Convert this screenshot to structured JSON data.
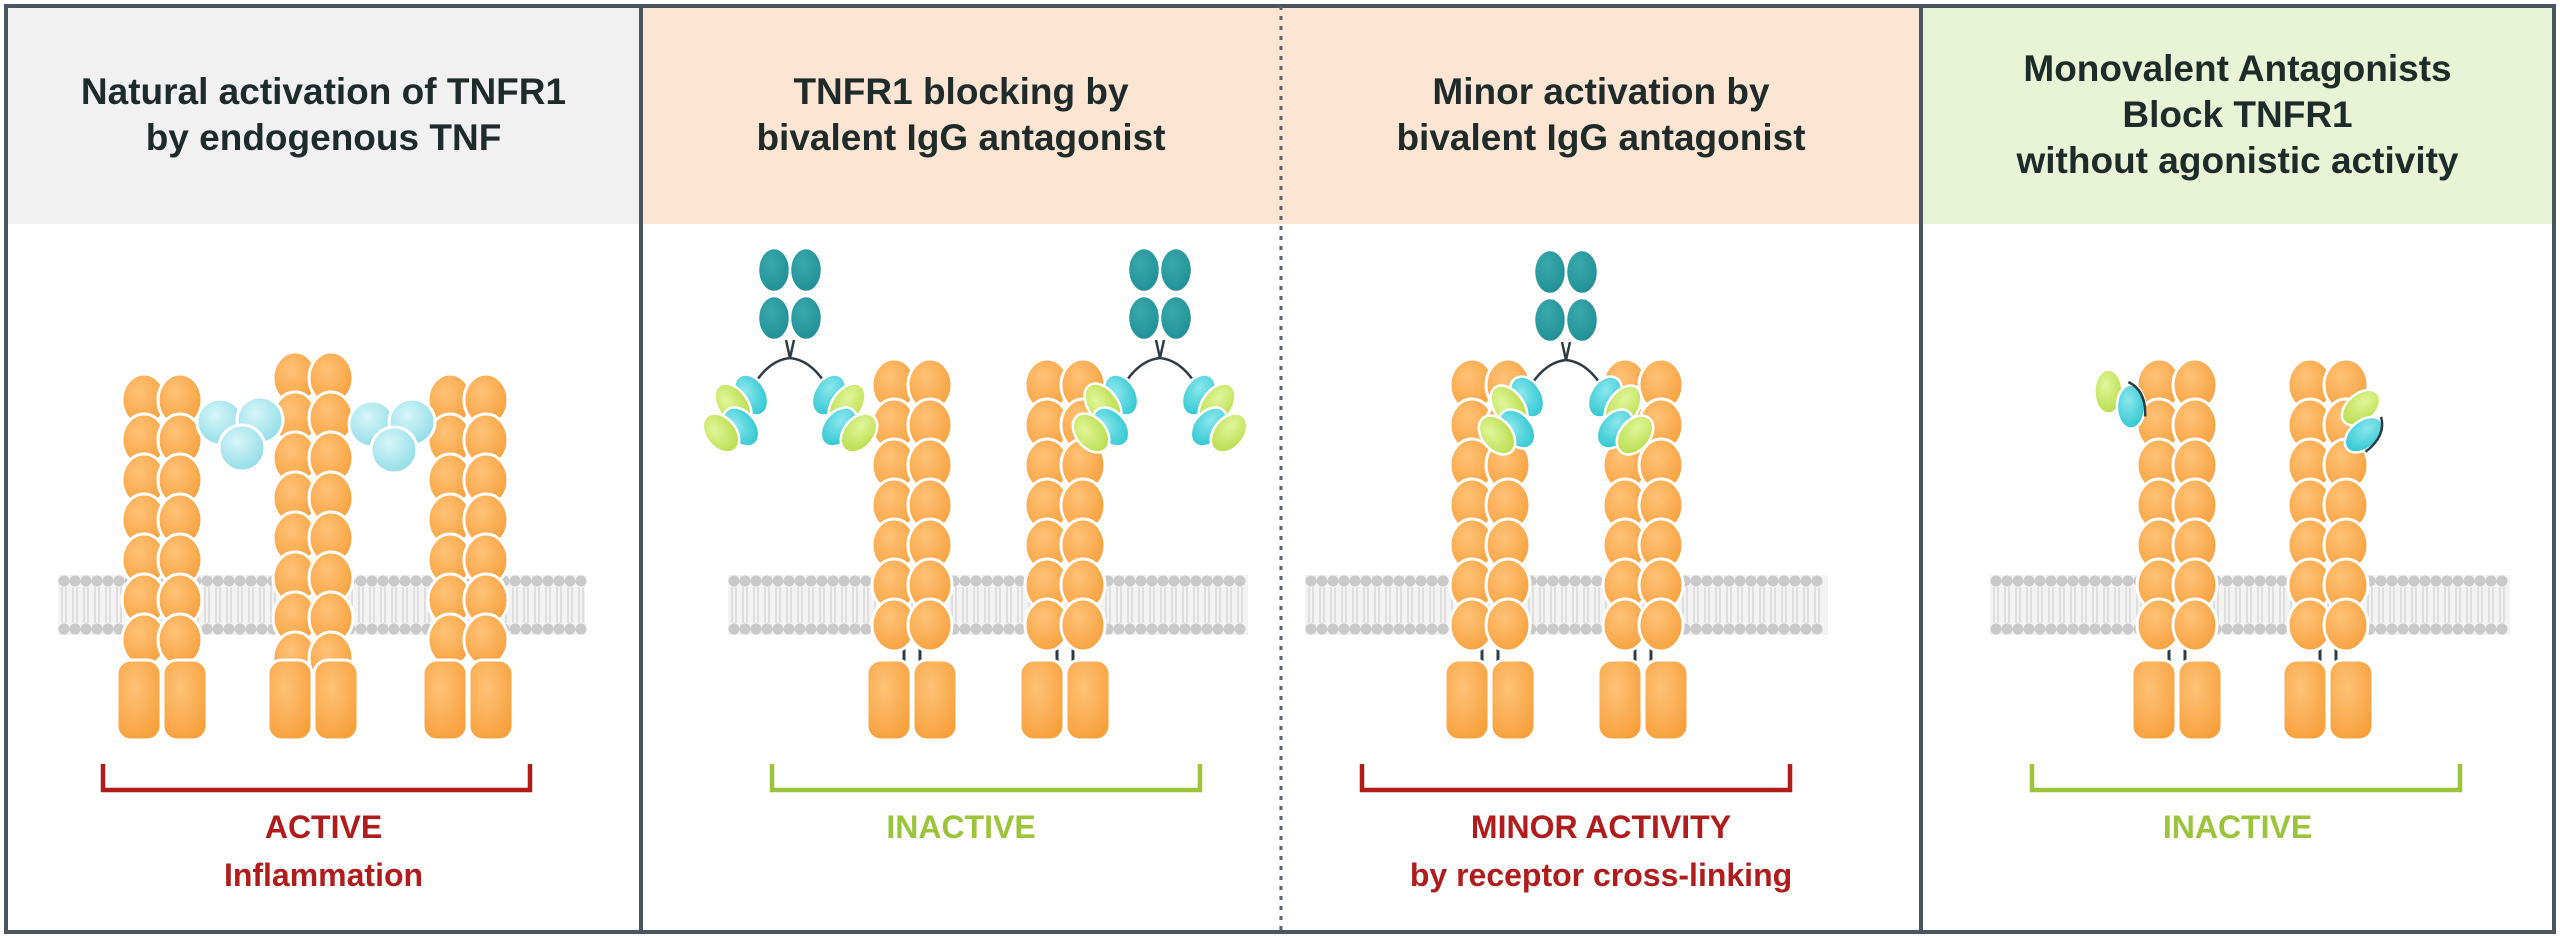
{
  "colors": {
    "panel_border": "#4a5560",
    "header_gray": "#f1f1f1",
    "header_peach": "#fde5d3",
    "header_green": "#e9f4d6",
    "active_red": "#b01c1c",
    "inactive_green": "#9cc43a",
    "receptor_orange": "#f7a03c",
    "receptor_edge": "#ffffff",
    "tnf_cyan": "#8fdbe6",
    "igg_teal": "#1f8f95",
    "igg_cyan": "#2ec6d0",
    "igg_lime": "#b8dc4a",
    "membrane_gray": "#c9c9c9"
  },
  "panels": [
    {
      "header_lines": [
        "Natural activation of TNFR1",
        "by endogenous TNF"
      ],
      "header_color": "gray",
      "status_lines": [
        "ACTIVE",
        "Inflammation"
      ],
      "status_color": "red",
      "scene": "tnf"
    },
    {
      "header_lines": [
        "TNFR1 blocking by",
        "bivalent IgG antagonist"
      ],
      "header_color": "peach",
      "status_lines": [
        "INACTIVE"
      ],
      "status_color": "green",
      "scene": "igg_block"
    },
    {
      "header_lines": [
        "Minor activation by",
        "bivalent IgG antagonist"
      ],
      "header_color": "peach",
      "status_lines": [
        "MINOR ACTIVITY",
        "by receptor cross-linking"
      ],
      "status_color": "red",
      "scene": "igg_crosslink"
    },
    {
      "header_lines": [
        "Monovalent Antagonists",
        "Block TNFR1",
        "without agonistic activity"
      ],
      "header_color": "green",
      "status_lines": [
        "INACTIVE"
      ],
      "status_color": "green",
      "scene": "monovalent"
    }
  ]
}
